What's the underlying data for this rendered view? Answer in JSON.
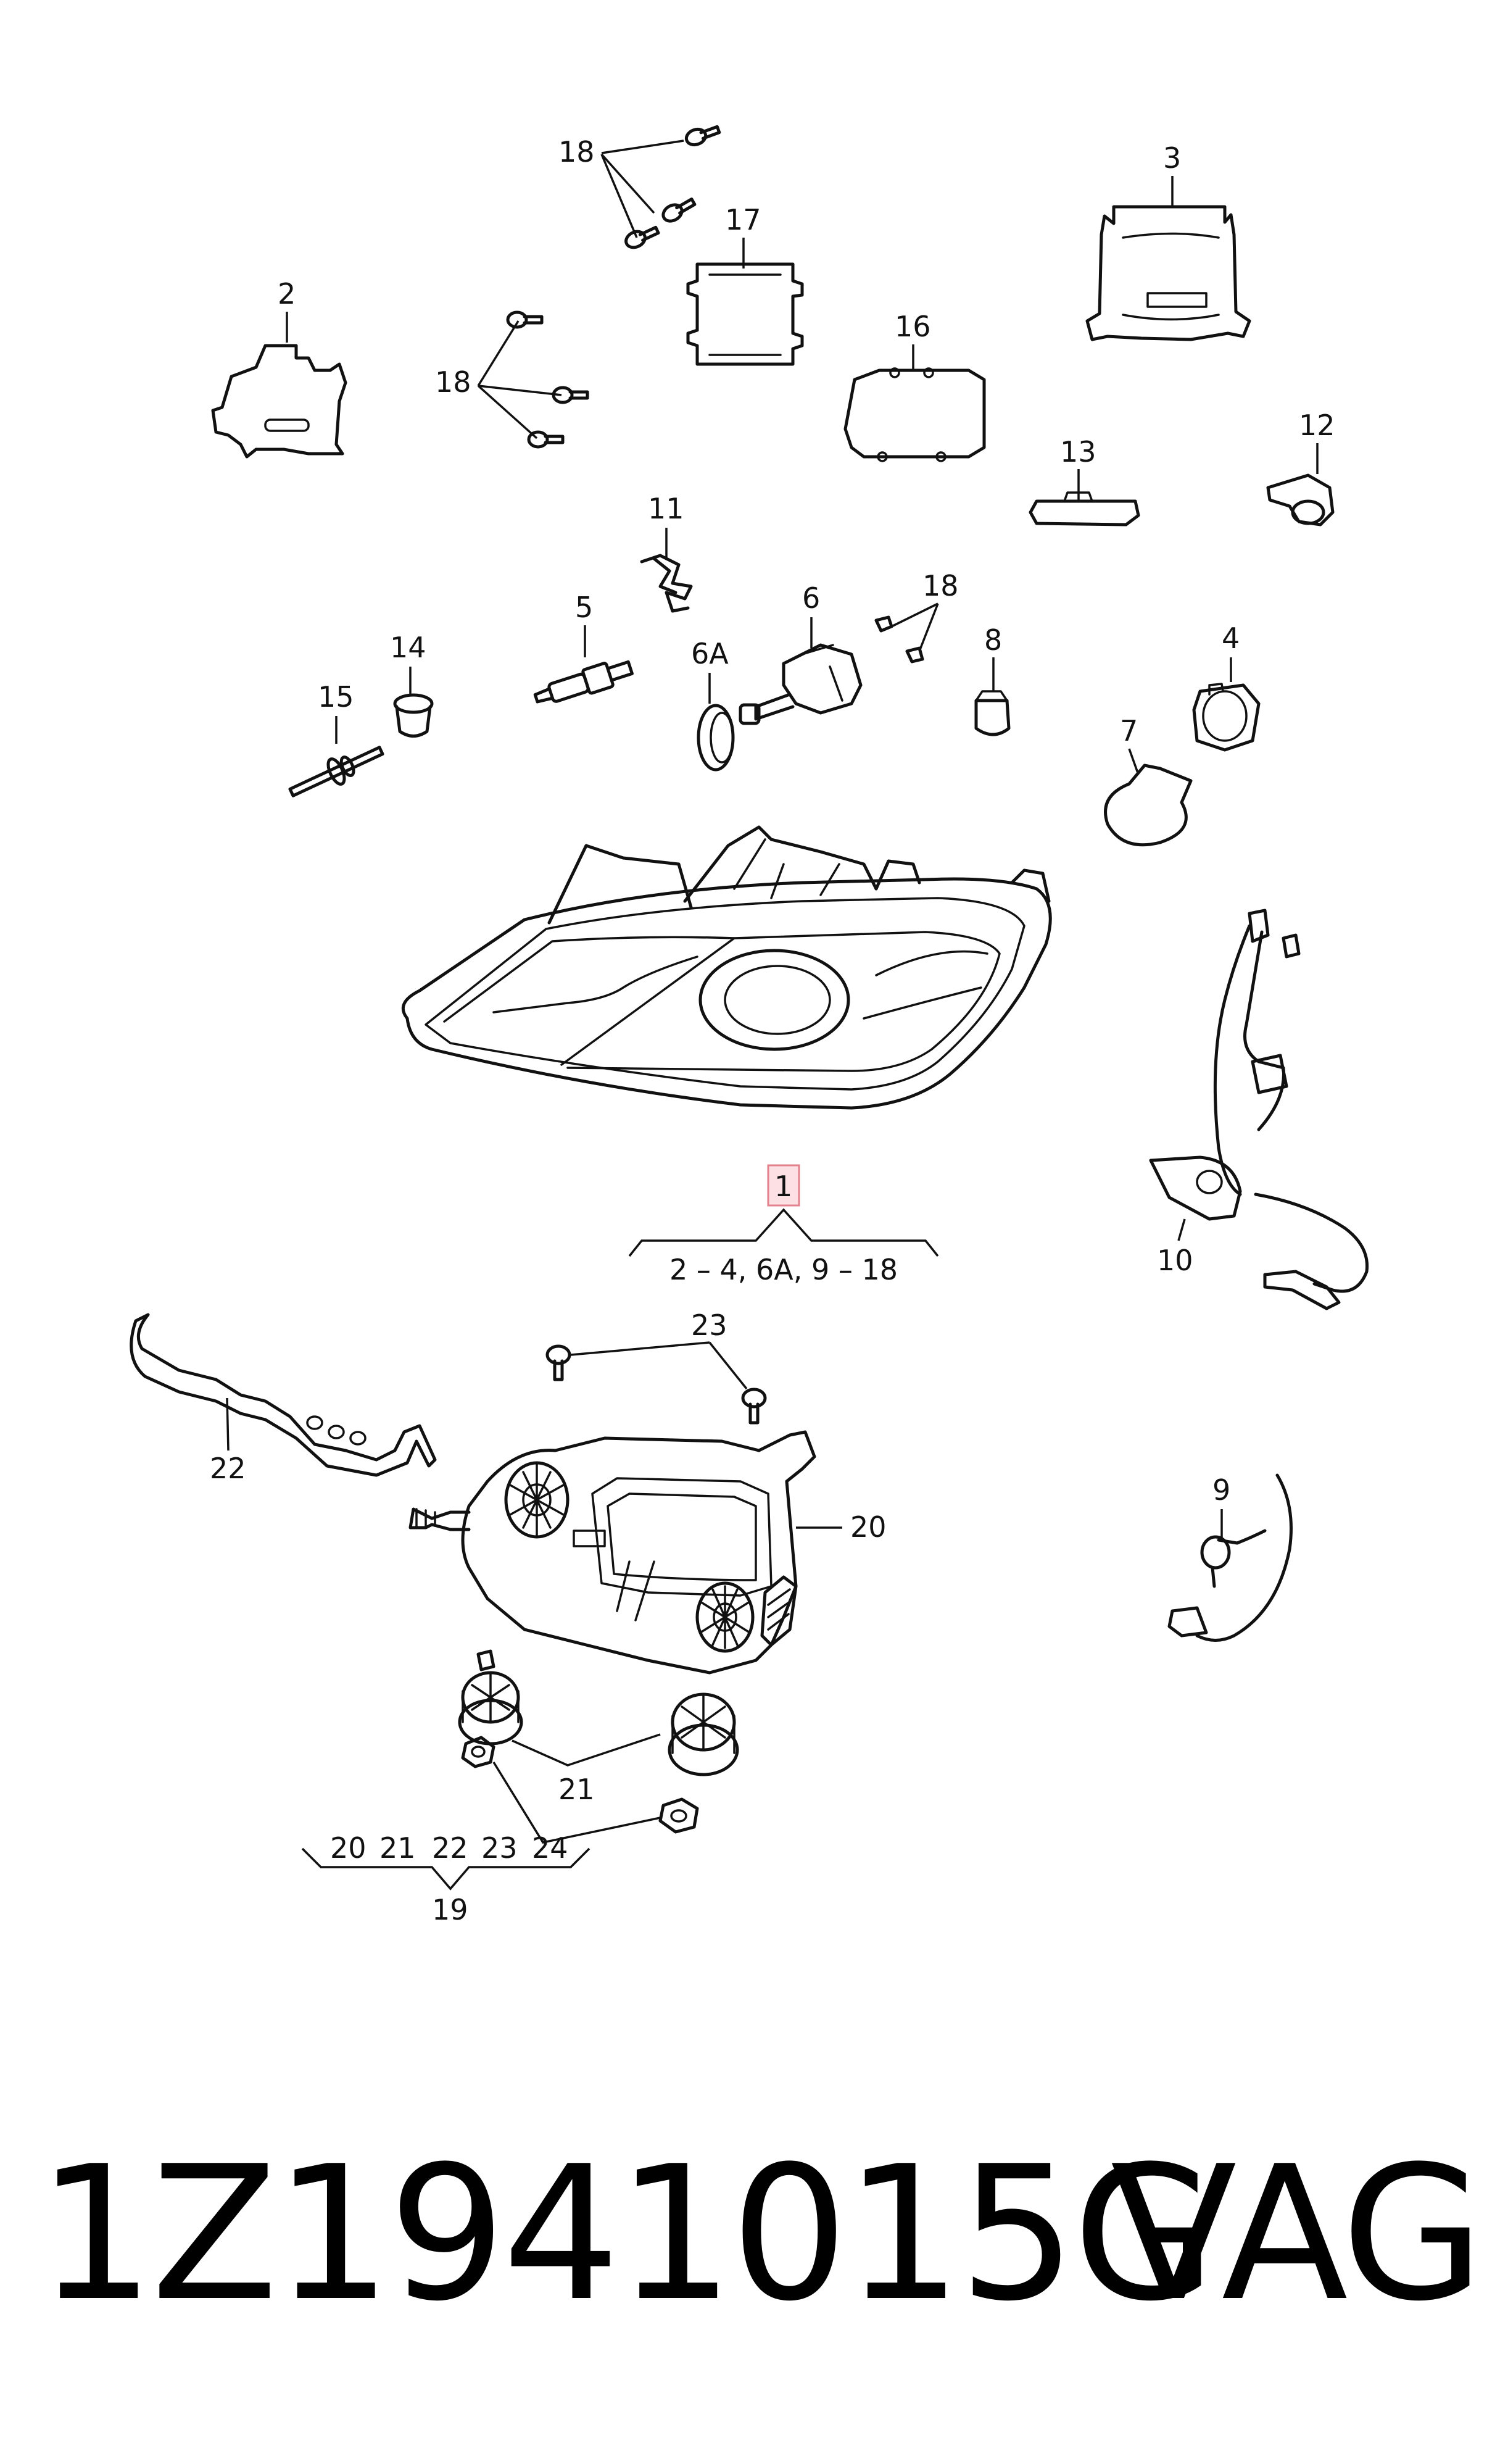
{
  "callouts": {
    "c1": "1",
    "c1_range": "2 – 4, 6A, 9 – 18",
    "c2": "2",
    "c3": "3",
    "c4": "4",
    "c5": "5",
    "c6": "6",
    "c6a": "6A",
    "c7": "7",
    "c8": "8",
    "c9": "9",
    "c10": "10",
    "c11": "11",
    "c12": "12",
    "c13": "13",
    "c14": "14",
    "c15": "15",
    "c16": "16",
    "c17": "17",
    "c18a": "18",
    "c18b": "18",
    "c18c": "18",
    "c19": "19",
    "c19_members": [
      "20",
      "21",
      "22",
      "23",
      "24"
    ],
    "c20": "20",
    "c21": "21",
    "c22": "22",
    "c23": "23"
  },
  "footer": {
    "part_number": "1Z1941015G",
    "brand": "VAG"
  },
  "colors": {
    "highlight_fill": "#fde0e3",
    "highlight_stroke": "#e2828c",
    "line": "#111111"
  }
}
